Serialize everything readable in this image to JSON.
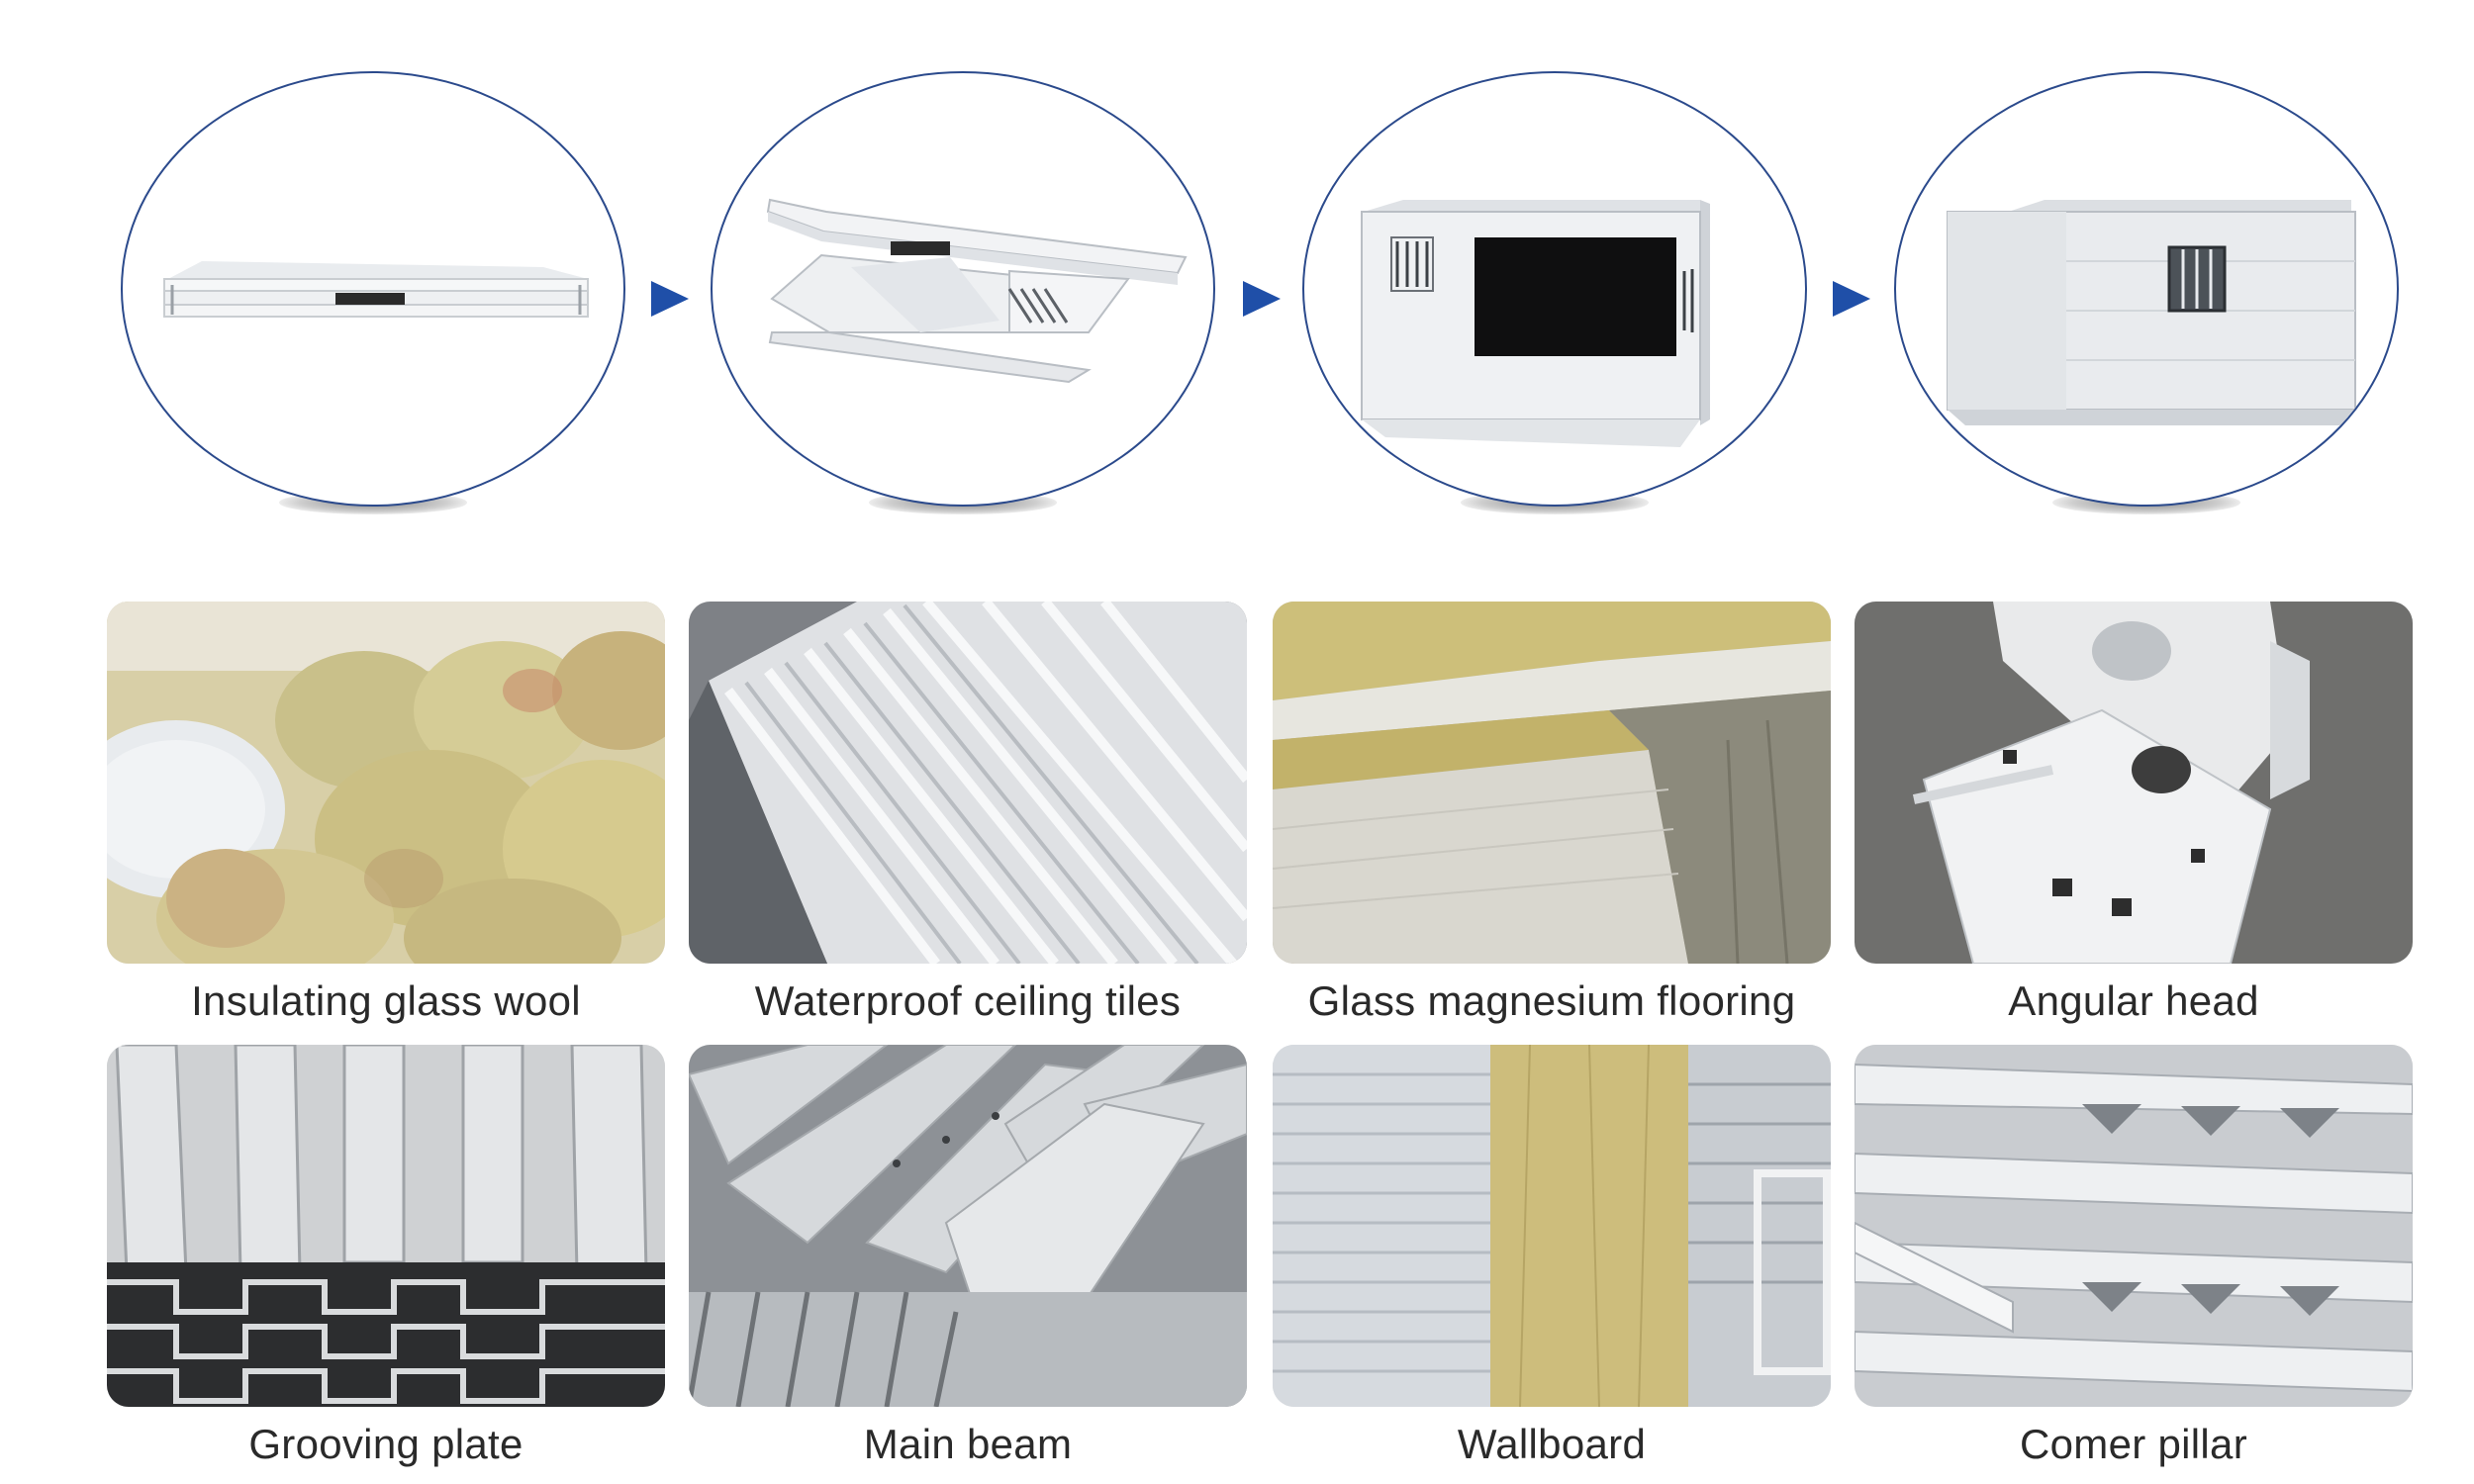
{
  "process": {
    "steps": [
      {
        "name": "folded-container"
      },
      {
        "name": "unfolding-container"
      },
      {
        "name": "opened-container-frame"
      },
      {
        "name": "assembled-container-house"
      }
    ],
    "arrow_color": "#1f4fa8",
    "circle_border_color": "#2b4a8c"
  },
  "materials": {
    "items": [
      {
        "label": "Insulating glass wool"
      },
      {
        "label": "Waterproof ceiling tiles"
      },
      {
        "label": "Glass magnesium flooring"
      },
      {
        "label": "Angular head"
      },
      {
        "label": "Grooving plate"
      },
      {
        "label": "Main beam"
      },
      {
        "label": "Wallboard"
      },
      {
        "label": "Comer pillar"
      }
    ]
  }
}
